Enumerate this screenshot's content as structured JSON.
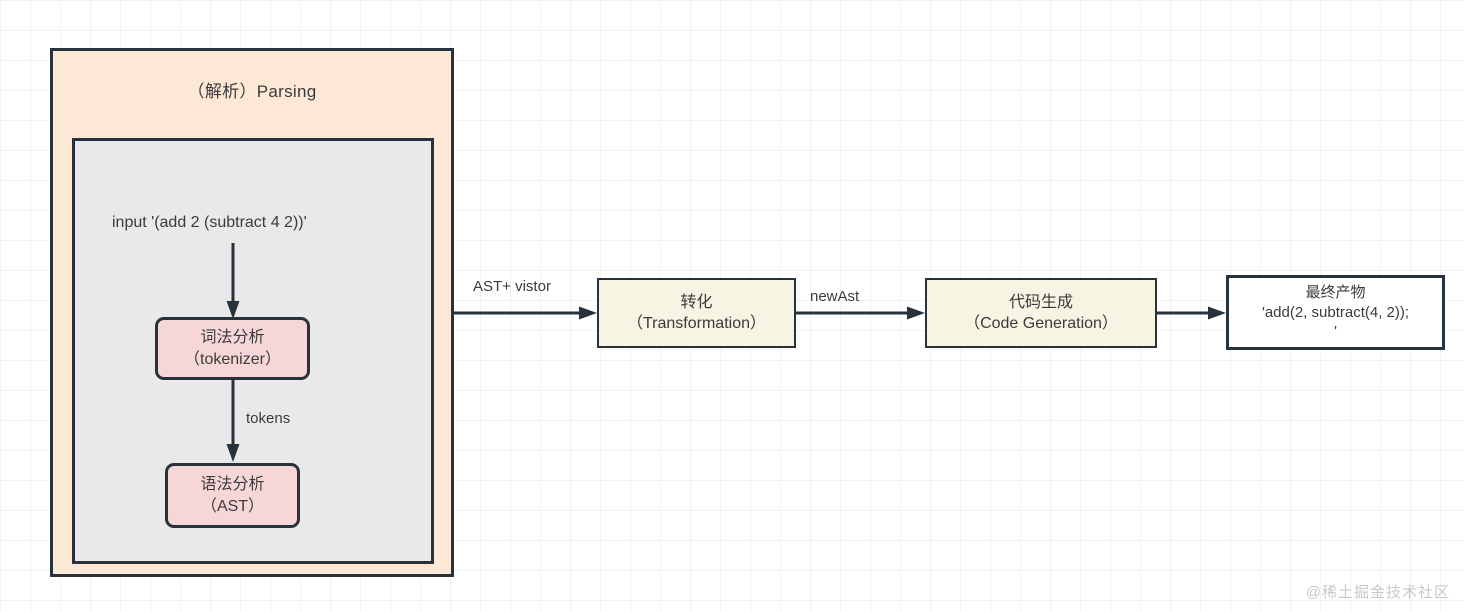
{
  "diagram": {
    "title_group": "（解析）Parsing",
    "input_text": "input '(add 2 (subtract 4 2))'",
    "nodes": {
      "tokenizer": {
        "line1": "词法分析",
        "line2": "（tokenizer）"
      },
      "ast": {
        "line1": "语法分析",
        "line2": "（AST）"
      },
      "transformation": {
        "line1": "转化",
        "line2": "（Transformation）"
      },
      "codegen": {
        "line1": "代码生成",
        "line2": "（Code Generation）"
      },
      "output": {
        "line1": "最终产物",
        "line2": "'add(2, subtract(4, 2));",
        "line3": "'"
      }
    },
    "edges": {
      "tokens": "tokens",
      "ast_visitor": "AST+ vistor",
      "new_ast": "newAst"
    },
    "watermark": "@稀土掘金技术社区",
    "colors": {
      "group_fill": "#fce8d5",
      "inner_fill": "#e9e9e9",
      "pink_fill": "#f7d6d8",
      "cream_fill": "#f7f4e3",
      "white_fill": "#ffffff",
      "stroke": "#27323c",
      "grid": "#f0f0f0"
    }
  }
}
